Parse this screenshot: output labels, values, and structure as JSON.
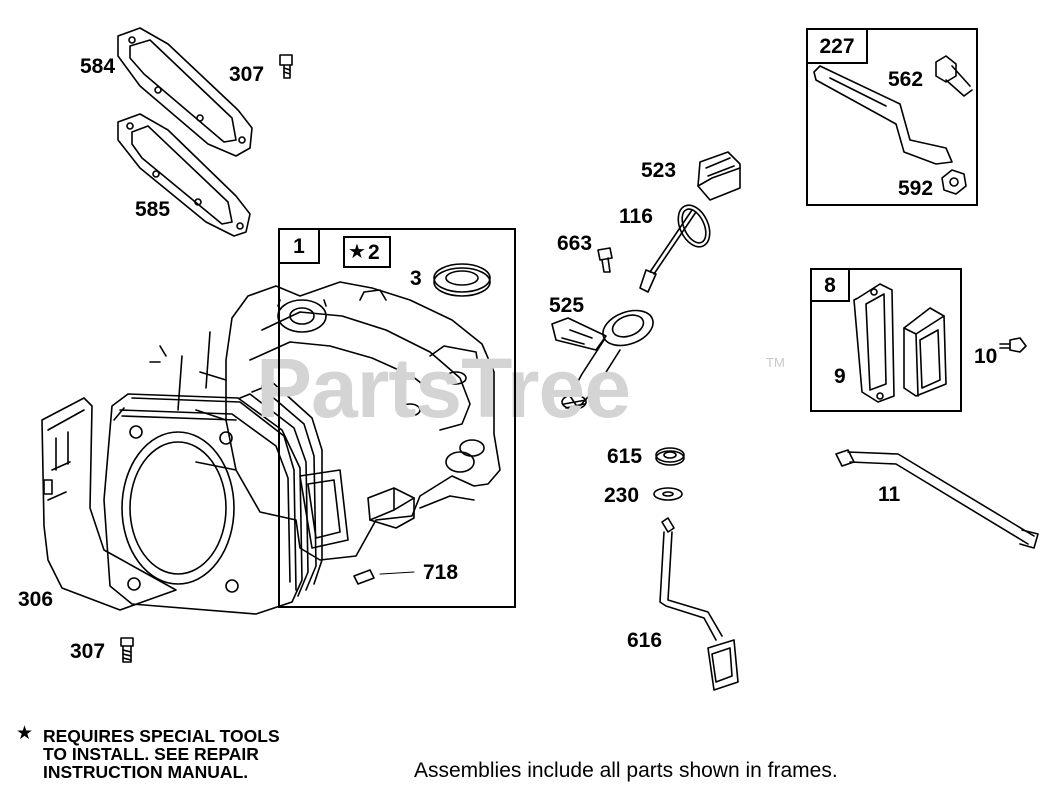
{
  "watermark": {
    "text": "PartsTree",
    "trademark": "TM"
  },
  "frames": {
    "assembly_1": {
      "number": "1"
    },
    "assembly_227": {
      "number": "227"
    },
    "assembly_8": {
      "number": "8"
    }
  },
  "special_tools_marker": {
    "symbol": "★",
    "part": "2"
  },
  "callouts": {
    "p584": "584",
    "p307_top": "307",
    "p585": "585",
    "p3": "3",
    "p306": "306",
    "p307_bottom": "307",
    "p718": "718",
    "p523": "523",
    "p116": "116",
    "p663": "663",
    "p525": "525",
    "p615": "615",
    "p230": "230",
    "p616": "616",
    "p562": "562",
    "p592": "592",
    "p9": "9",
    "p10": "10",
    "p11": "11"
  },
  "notes": {
    "star_symbol": "★",
    "special_tools_line1": "REQUIRES SPECIAL TOOLS",
    "special_tools_line2": "TO INSTALL.  SEE REPAIR",
    "special_tools_line3": "INSTRUCTION MANUAL.",
    "assemblies_note": "Assemblies include all parts shown in frames."
  }
}
